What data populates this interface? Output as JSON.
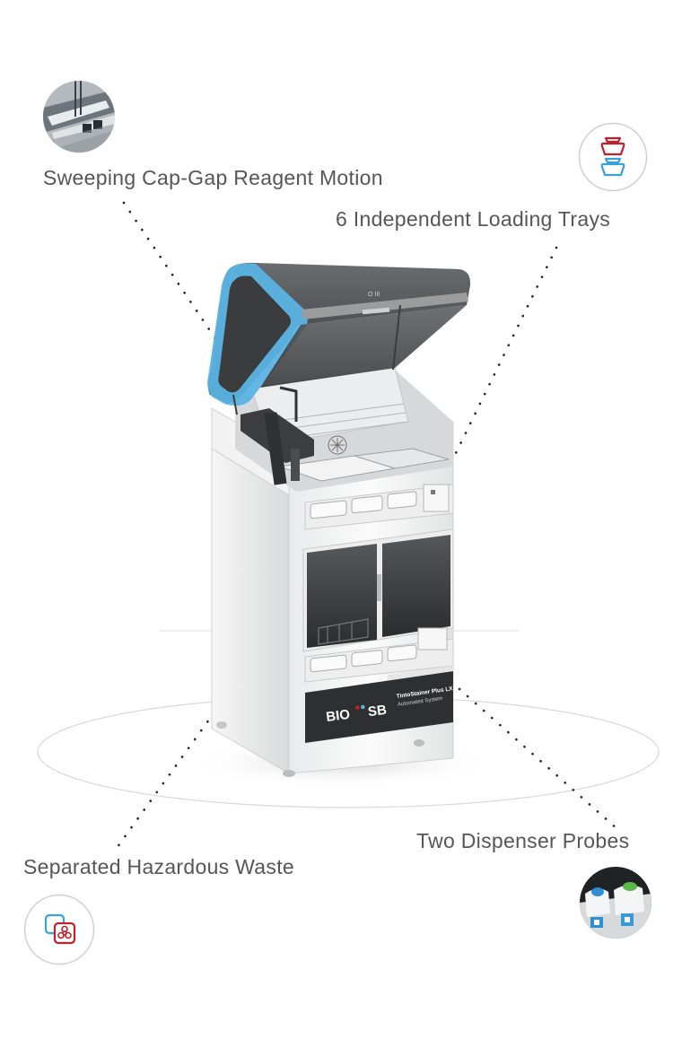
{
  "features": {
    "sweeping": {
      "label": "Sweeping Cap-Gap Reagent Motion",
      "icon": "slide-closeup-photo-icon"
    },
    "trays": {
      "label": "6 Independent Loading Trays",
      "icon": "stacked-trays-icon"
    },
    "waste": {
      "label": "Separated Hazardous Waste",
      "icon": "biohazard-icon"
    },
    "probes": {
      "label": "Two Dispenser Probes",
      "icon": "dispenser-probes-photo-icon"
    }
  },
  "machine": {
    "brand_left": "BIO",
    "brand_right": "SB",
    "model": "TintoStainer Plus LX",
    "model_subtitle": "Automated System"
  },
  "colors": {
    "accent_blue": "#5bb3e3",
    "accent_red": "#c0202c",
    "icon_blue": "#3aa0d8",
    "dots": "#222222",
    "label_text": "#565656"
  }
}
